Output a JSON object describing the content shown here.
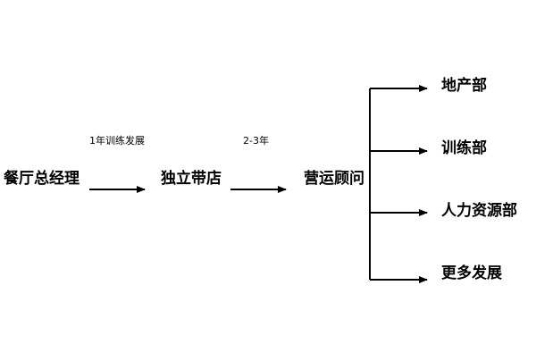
{
  "nodes": {
    "manager": "餐厅总经理",
    "store": "独立带店",
    "consultant": "营运顾问",
    "branches": [
      "地产部",
      "训练部",
      "人力资源部",
      "更多发展"
    ]
  },
  "edges": {
    "manager_to_store": "1年训练发展",
    "store_to_consultant": "2-3年"
  },
  "colors": {
    "line": "#000000",
    "text": "#000000",
    "background": "#ffffff"
  }
}
